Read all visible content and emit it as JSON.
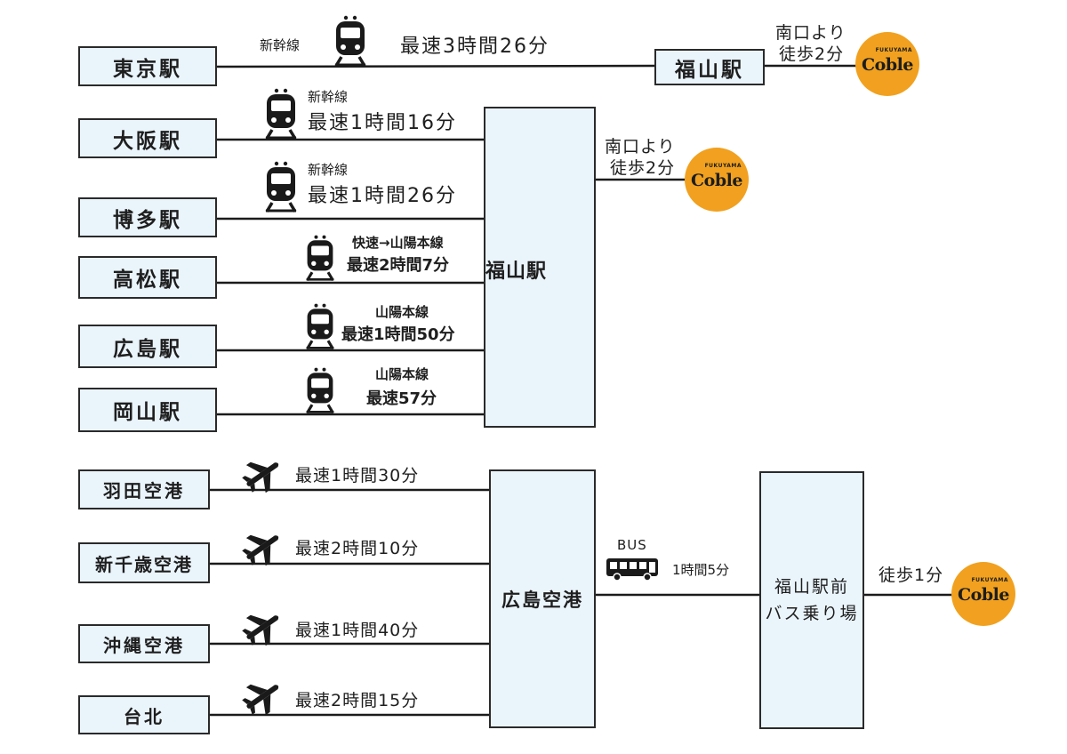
{
  "section1": {
    "origin": "東京駅",
    "mode": "新幹線",
    "time": "最速3時間26分",
    "destination": "福山駅",
    "walk": [
      "南口より",
      "徒歩2分"
    ]
  },
  "section2": {
    "hub": "福山駅",
    "walk": [
      "南口より",
      "徒歩2分"
    ],
    "routes": [
      {
        "station": "大阪駅",
        "mode": "新幹線",
        "time": "最速1時間16分"
      },
      {
        "station": "博多駅",
        "mode": "新幹線",
        "time": "最速1時間26分"
      },
      {
        "station": "高松駅",
        "mode": "快速→山陽本線",
        "time": "最速2時間7分"
      },
      {
        "station": "広島駅",
        "mode": "山陽本線",
        "time": "最速1時間50分"
      },
      {
        "station": "岡山駅",
        "mode": "山陽本線",
        "time": "最速57分"
      }
    ]
  },
  "section3": {
    "hub": "広島空港",
    "airports": [
      {
        "name": "羽田空港",
        "time": "最速1時間30分"
      },
      {
        "name": "新千歳空港",
        "time": "最速2時間10分"
      },
      {
        "name": "沖縄空港",
        "time": "最速1時間40分"
      },
      {
        "name": "台北",
        "time": "最速2時間15分"
      }
    ],
    "bus_label": "BUS",
    "bus_time": "1時間5分",
    "bus_stop": [
      "福山駅前",
      "バス乗り場"
    ],
    "walk": "徒歩1分"
  },
  "logo": {
    "word": "Coble",
    "tag": "FUKUYAMA"
  },
  "icons": {
    "train": "train-icon",
    "plane": "airplane-icon",
    "bus": "bus-icon"
  },
  "colors": {
    "box_fill": "#eaf4fb",
    "logo": "#f1a11f",
    "line": "#1b1b1b"
  }
}
